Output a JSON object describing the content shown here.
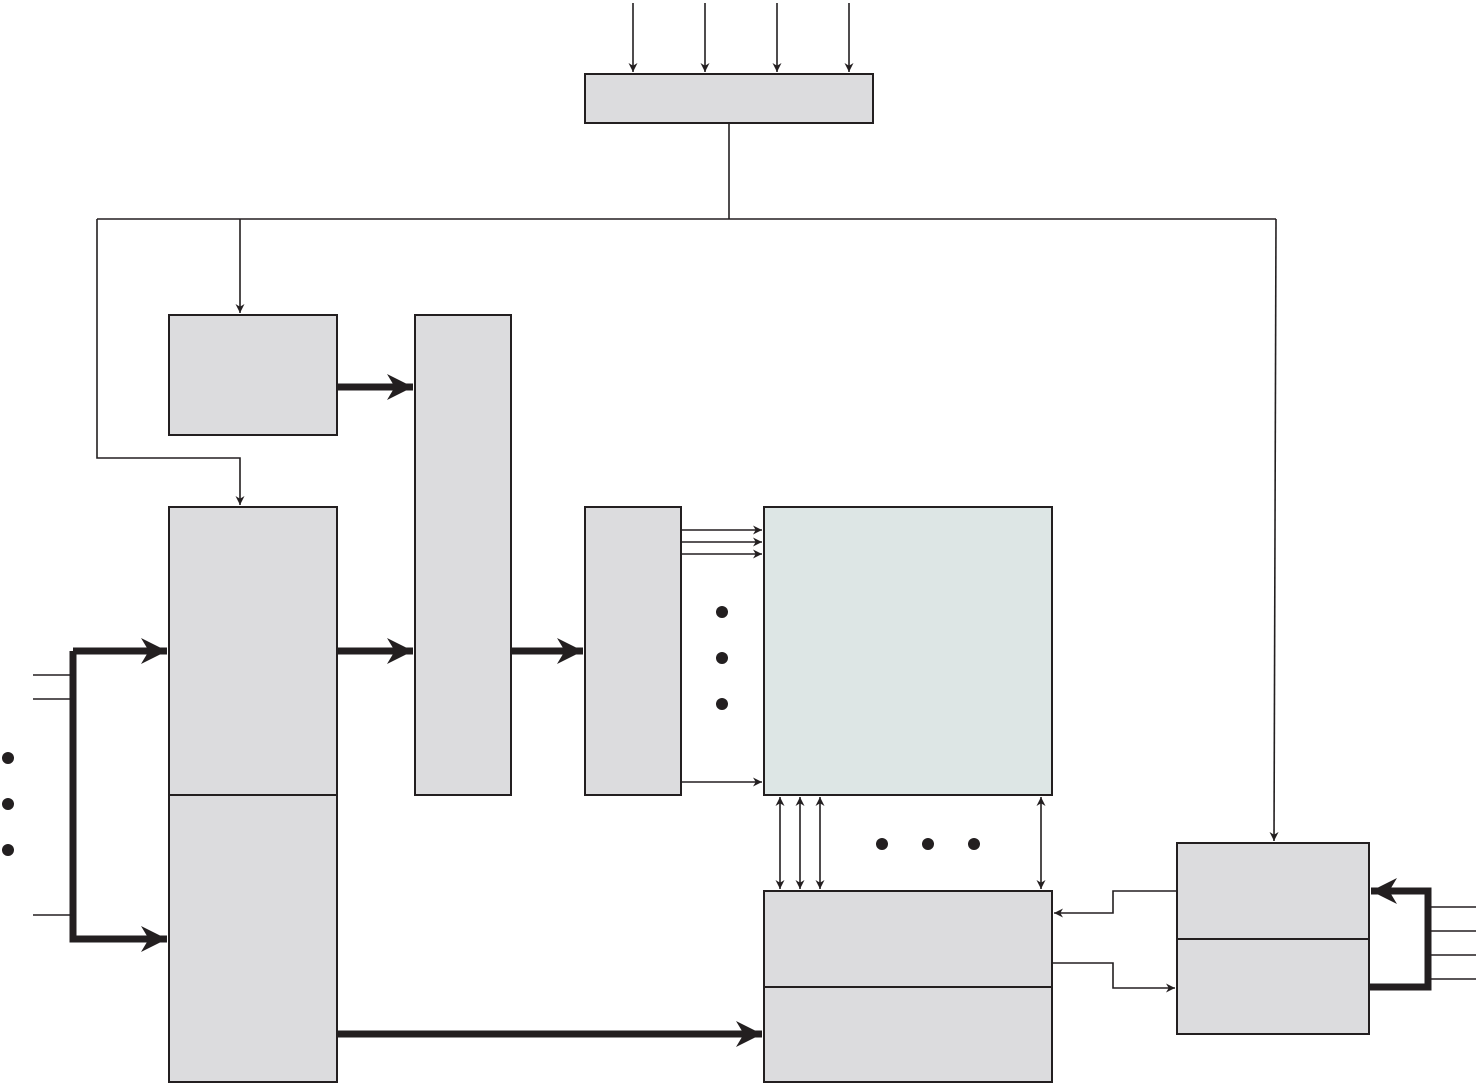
{
  "colors": {
    "block_fill": "#dcdcde",
    "array_fill": "#dde6e5",
    "line": "#231f20",
    "background": "#ffffff"
  },
  "blocks": [
    {
      "id": "top-control-block"
    },
    {
      "id": "upper-left-block"
    },
    {
      "id": "left-block-upper-half"
    },
    {
      "id": "left-block-lower-half"
    },
    {
      "id": "tall-middle-block"
    },
    {
      "id": "driver-block"
    },
    {
      "id": "array-block"
    },
    {
      "id": "bottom-block-upper-half"
    },
    {
      "id": "bottom-block-lower-half"
    },
    {
      "id": "right-block-upper-half"
    },
    {
      "id": "right-block-lower-half"
    }
  ],
  "ellipses": [
    {
      "id": "driver-output-ellipsis",
      "orientation": "vertical"
    },
    {
      "id": "left-input-ellipsis",
      "orientation": "vertical"
    },
    {
      "id": "array-column-ellipsis",
      "orientation": "horizontal"
    }
  ]
}
